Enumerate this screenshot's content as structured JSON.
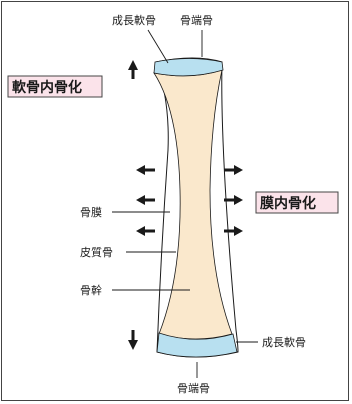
{
  "labels": {
    "growth_cartilage_top": "成長軟骨",
    "epiphysis_top": "骨端骨",
    "endochondral": "軟骨内骨化",
    "intramembranous": "膜内骨化",
    "periosteum": "骨膜",
    "cortical_bone": "皮質骨",
    "diaphysis": "骨幹",
    "growth_cartilage_bottom": "成長軟骨",
    "epiphysis_bottom": "骨端骨"
  },
  "colors": {
    "bone_fill": "#fae8cc",
    "cartilage_fill": "#b8e0f0",
    "box_fill": "#fbe3ea",
    "box_border": "#444444",
    "line": "#1a1a1a"
  }
}
